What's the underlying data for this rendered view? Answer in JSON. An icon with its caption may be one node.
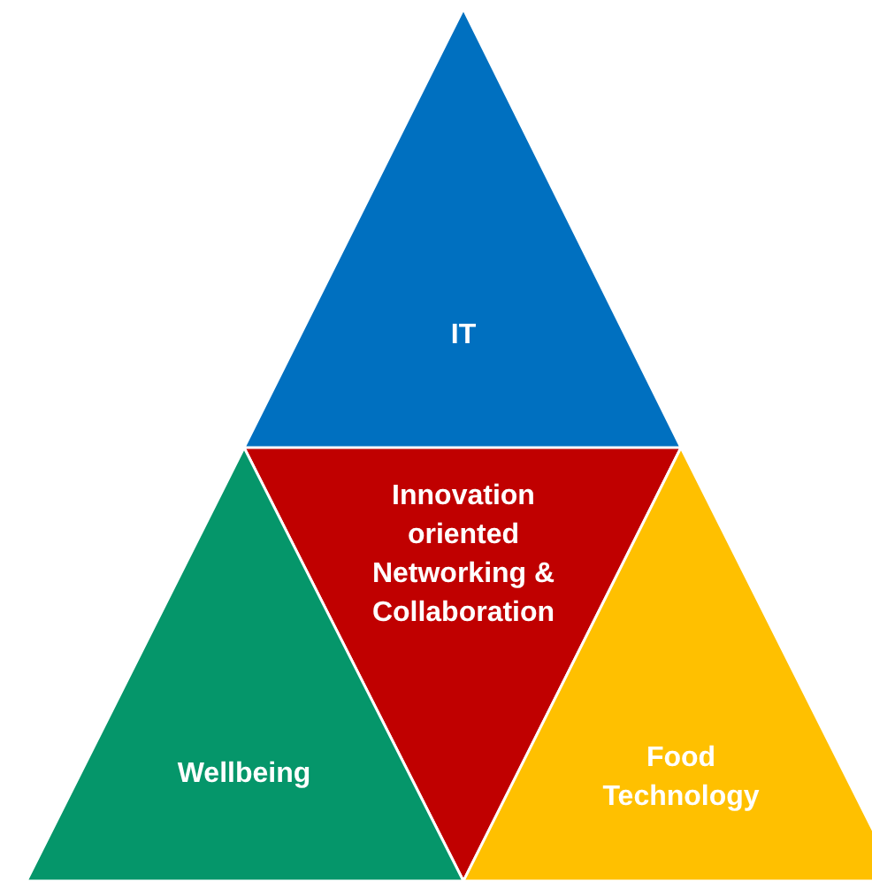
{
  "diagram": {
    "nodes": [
      {
        "text": [
          "IT"
        ]
      },
      {
        "text": [
          "Innovation oriented Networking & Collaboration"
        ]
      },
      {
        "text": [
          "Wellbeing"
        ]
      },
      {
        "text": [
          "Food Technology"
        ]
      }
    ]
  }
}
